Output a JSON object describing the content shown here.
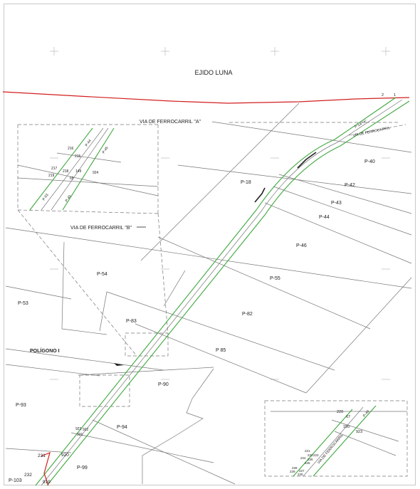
{
  "colors": {
    "ejido_boundary": "#d21f1f",
    "green_line": "#3fa83f",
    "parcel_line": "#777777",
    "text": "#222222"
  },
  "labels": {
    "ejido": "EJIDO LUNA",
    "via_a": "VIA DE FERROCARRIL \"A\"",
    "via_b": "VIA DE FERROCARRIL \"B\"",
    "poligono": "POLÍGONO I",
    "via_ferrocarril_small": "VIA DE FERROCARRIL",
    "via_ferrocarril_inset": "VIA DE FERROCARRIL",
    "pk_a": "P-1A \"A\""
  },
  "parcels": {
    "p18": "P-18",
    "p40": "P-40",
    "p42": "P-42",
    "p43": "P-43",
    "p44": "P-44",
    "p46": "P-46",
    "p55": "P-55",
    "p54": "P-54",
    "p53": "P-53",
    "p83": "P-83",
    "p82": "P-82",
    "p85": "P 85",
    "p90": "P-90",
    "p93": "P-93",
    "p94": "P-94",
    "p99": "P-99",
    "p103": "P-103"
  },
  "vertices": {
    "v1": "1",
    "v2": "2",
    "v231": "231",
    "v232": "232",
    "v919": "919",
    "v920": "920",
    "v921": "921",
    "v922": "922",
    "v923": "923"
  },
  "inset_top_left": {
    "p44": "P-44",
    "p45": "P-45",
    "p53": "P-53",
    "p40": "P-40",
    "n216": "216",
    "n215": "215",
    "n217": "217",
    "n218": "218",
    "n219": "219",
    "n149": "149",
    "n65": "65",
    "n924": "924"
  },
  "inset_bottom_right": {
    "n220": "220",
    "n67": "67",
    "n150": "150",
    "n923": "923",
    "p40": "P-40",
    "n221": "221",
    "n222": "222",
    "n223": "223",
    "n224": "224",
    "n225": "225",
    "n226": "226",
    "n227": "227",
    "n228": "228",
    "n229": "229",
    "n230": "230"
  }
}
